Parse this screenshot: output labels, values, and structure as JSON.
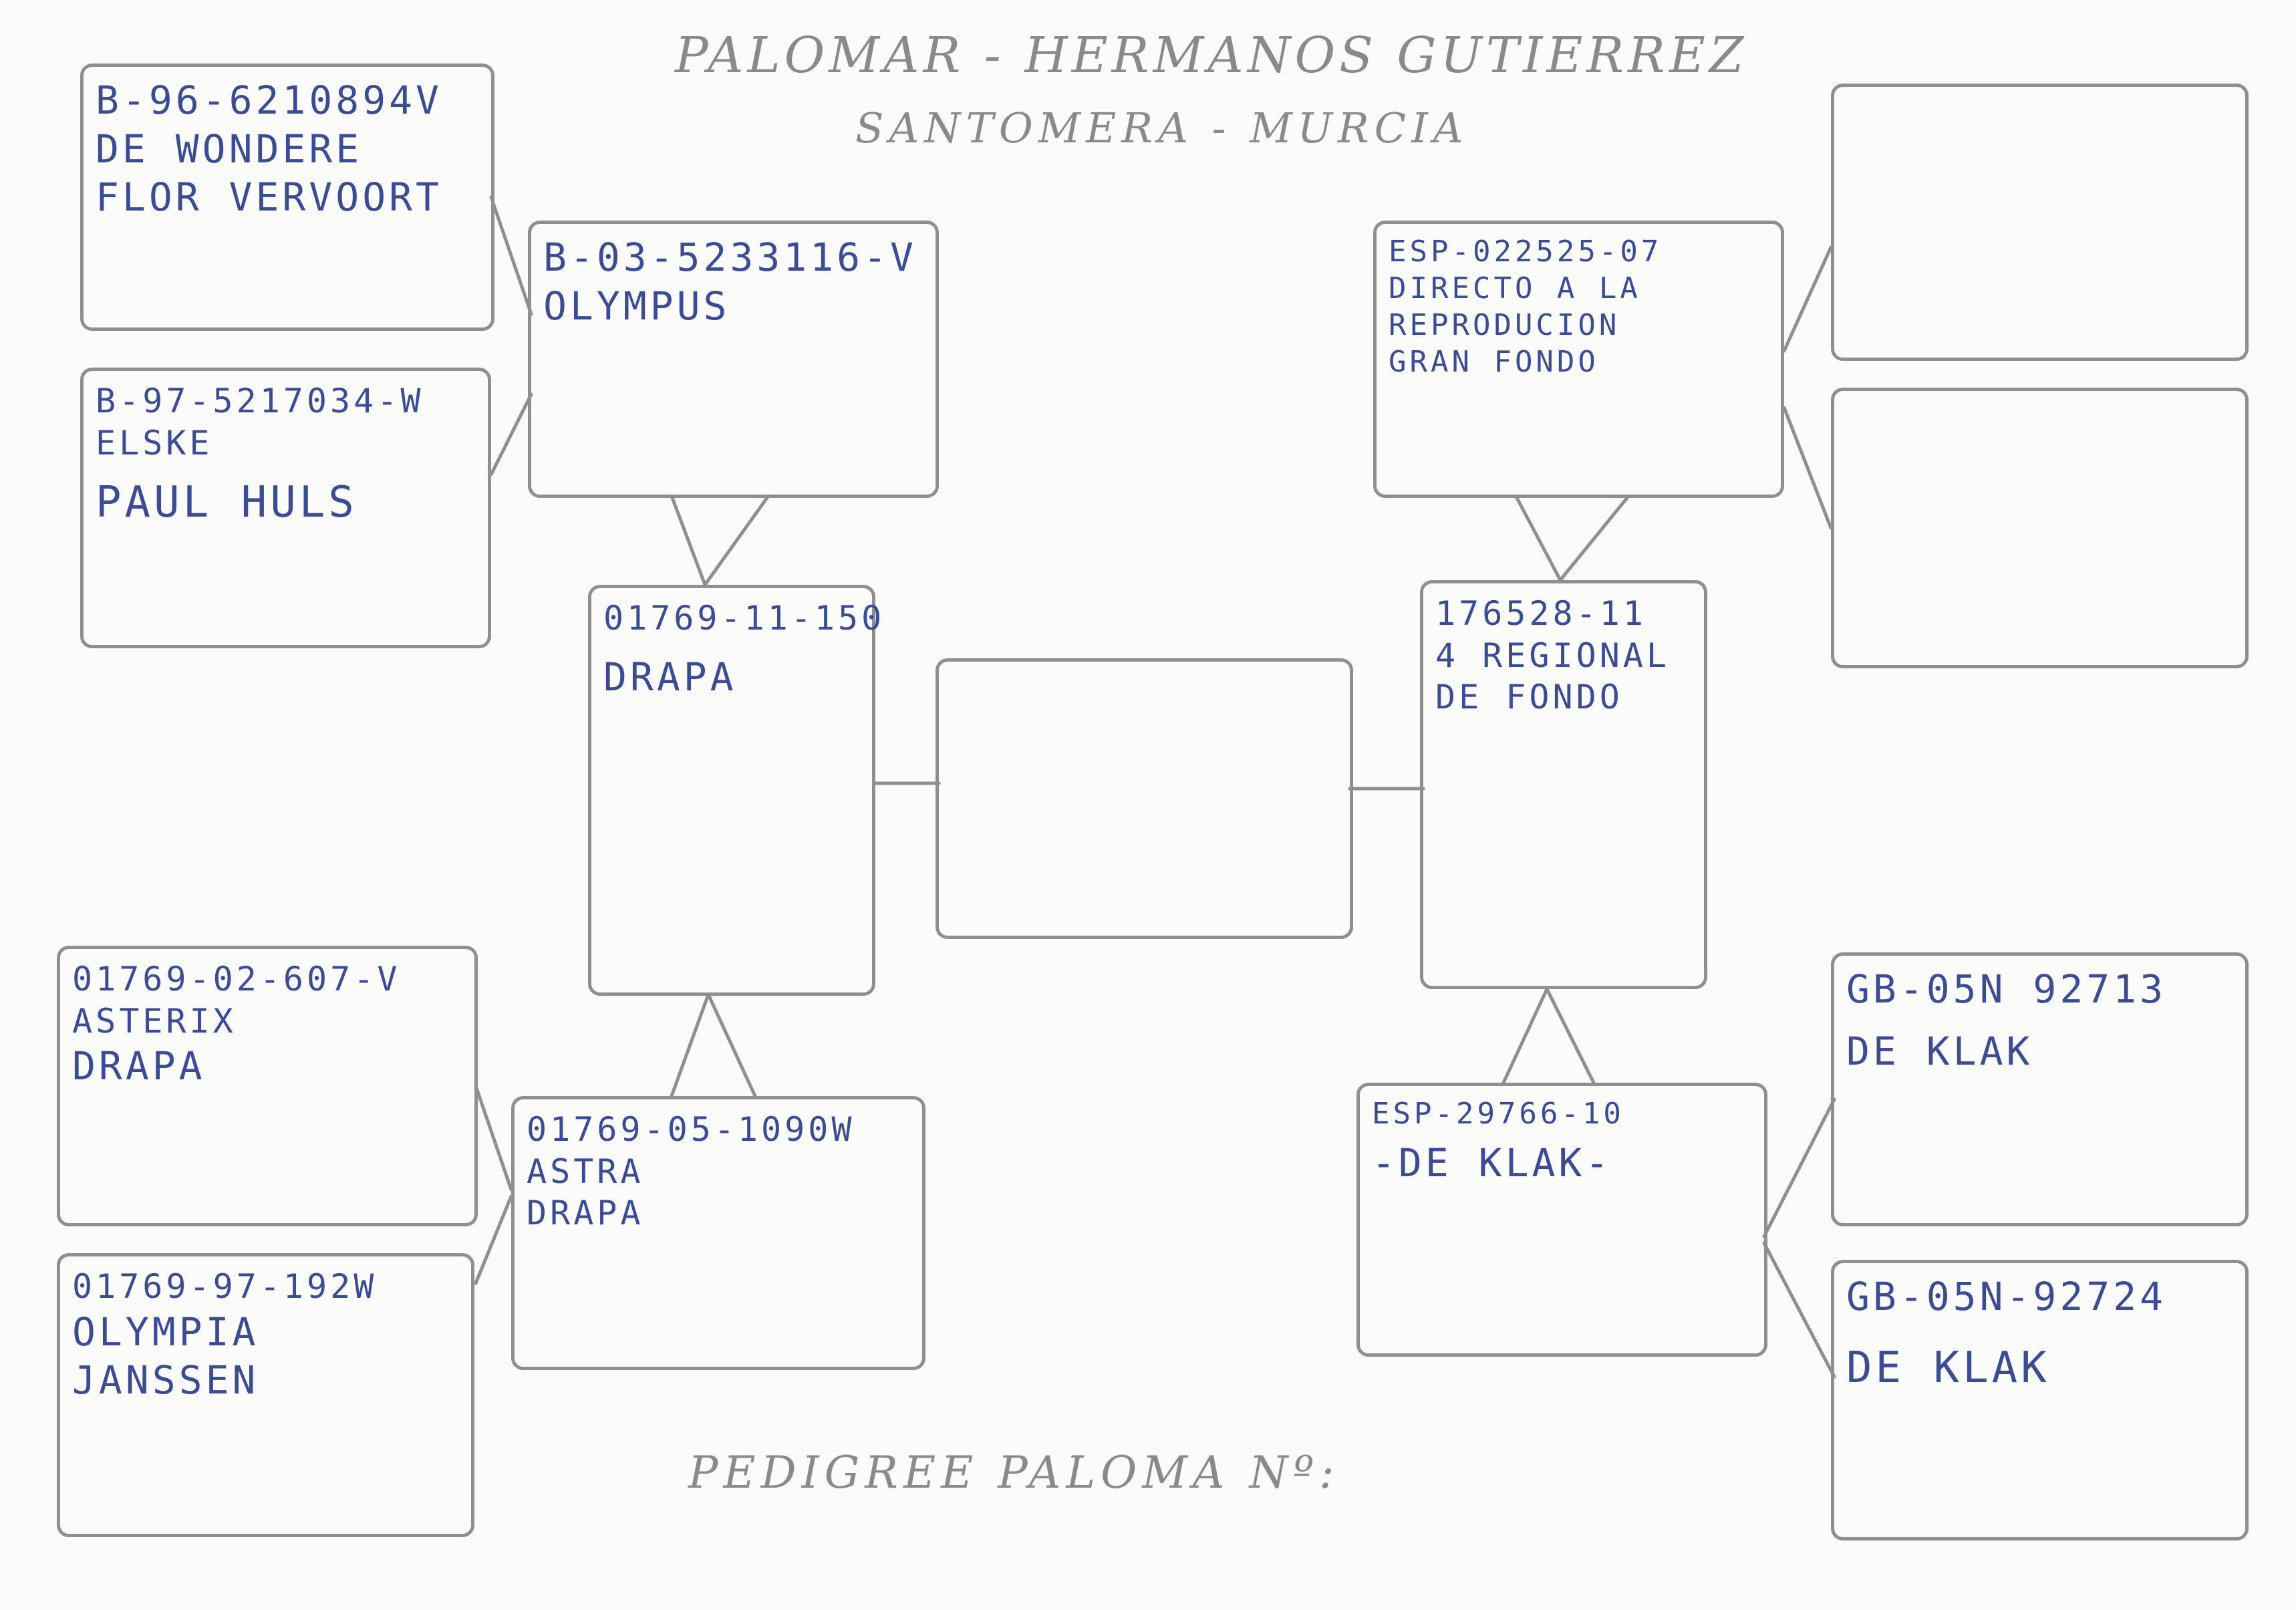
{
  "header": {
    "line1": "PALOMAR - HERMANOS GUTIERREZ",
    "line2": "SANTOMERA - MURCIA"
  },
  "footer": "PEDIGREE PALOMA Nº:",
  "subject": {
    "lines": []
  },
  "sire": {
    "lines": [
      "01769-11-150",
      "DRAPA"
    ]
  },
  "dam": {
    "lines": [
      "176528-11",
      "4 REGIONAL",
      "DE FONDO"
    ]
  },
  "sire_sire": {
    "lines": [
      "B-03-5233116-V",
      "OLYMPUS"
    ]
  },
  "sire_dam": {
    "lines": [
      "01769-05-1090W",
      "ASTRA",
      "DRAPA"
    ]
  },
  "dam_sire": {
    "lines": [
      "ESP-022525-07",
      "DIRECTO A LA",
      "REPRODUCION",
      "GRAN FONDO"
    ]
  },
  "dam_dam": {
    "lines": [
      "ESP-29766-10",
      "-DE KLAK-"
    ]
  },
  "ss_sire": {
    "lines": [
      "B-96-6210894V",
      "DE WONDERE",
      "FLOR VERVOORT"
    ]
  },
  "ss_dam": {
    "lines": [
      "B-97-5217034-W",
      "ELSKE",
      "PAUL HULS"
    ]
  },
  "sd_sire": {
    "lines": [
      "01769-02-607-V",
      "ASTERIX",
      "DRAPA"
    ]
  },
  "sd_dam": {
    "lines": [
      "01769-97-192W",
      "OLYMPIA",
      "JANSSEN"
    ]
  },
  "ds_sire": {
    "lines": []
  },
  "ds_dam": {
    "lines": []
  },
  "dd_sire": {
    "lines": [
      "GB-05N 92713",
      "DE KLAK"
    ]
  },
  "dd_dam": {
    "lines": [
      "GB-05N-92724",
      "DE KLAK"
    ]
  },
  "colors": {
    "pencil": "#8f8f8f",
    "ink": "#3b4c92",
    "paper": "#fbfbfa"
  }
}
